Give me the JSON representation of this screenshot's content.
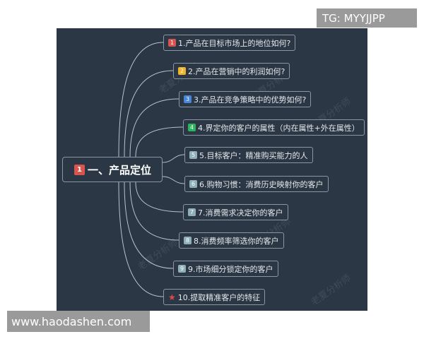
{
  "central": {
    "badge": "1",
    "badge_color": "#d9534f",
    "label": "一、产品定位"
  },
  "children": [
    {
      "badge": "1",
      "badge_color": "#d9534f",
      "label": "1.产品在目标市场上的地位如何?"
    },
    {
      "badge": "2",
      "badge_color": "#f0b429",
      "label": "2.产品在营销中的利润如何?"
    },
    {
      "badge": "3",
      "badge_color": "#4a86d8",
      "label": "3.产品在竞争策略中的优势如何?"
    },
    {
      "badge": "4",
      "badge_color": "#2db55d",
      "label": "4.界定你的客户的属性（内在属性+外在属性）"
    },
    {
      "badge": "5",
      "badge_color": "#8fb0b8",
      "label": "5.目标客户：精准购买能力的人"
    },
    {
      "badge": "6",
      "badge_color": "#8fb0b8",
      "label": "6.购物习惯：消费历史映射你的客户"
    },
    {
      "badge": "7",
      "badge_color": "#8fb0b8",
      "label": "7.消费需求决定你的客户"
    },
    {
      "badge": "8",
      "badge_color": "#8fb0b8",
      "label": "8.消费频率筛选你的客户"
    },
    {
      "badge": "9",
      "badge_color": "#8fb0b8",
      "label": "9.市场细分锁定你的客户"
    },
    {
      "badge": "star-icon",
      "badge_color": "#e04848",
      "label": "10.提取精准客户的特征"
    }
  ],
  "watermark": "老夏分析师",
  "tg_label": "TG: MYYJJPP",
  "site_label": "www.haodashen.com"
}
